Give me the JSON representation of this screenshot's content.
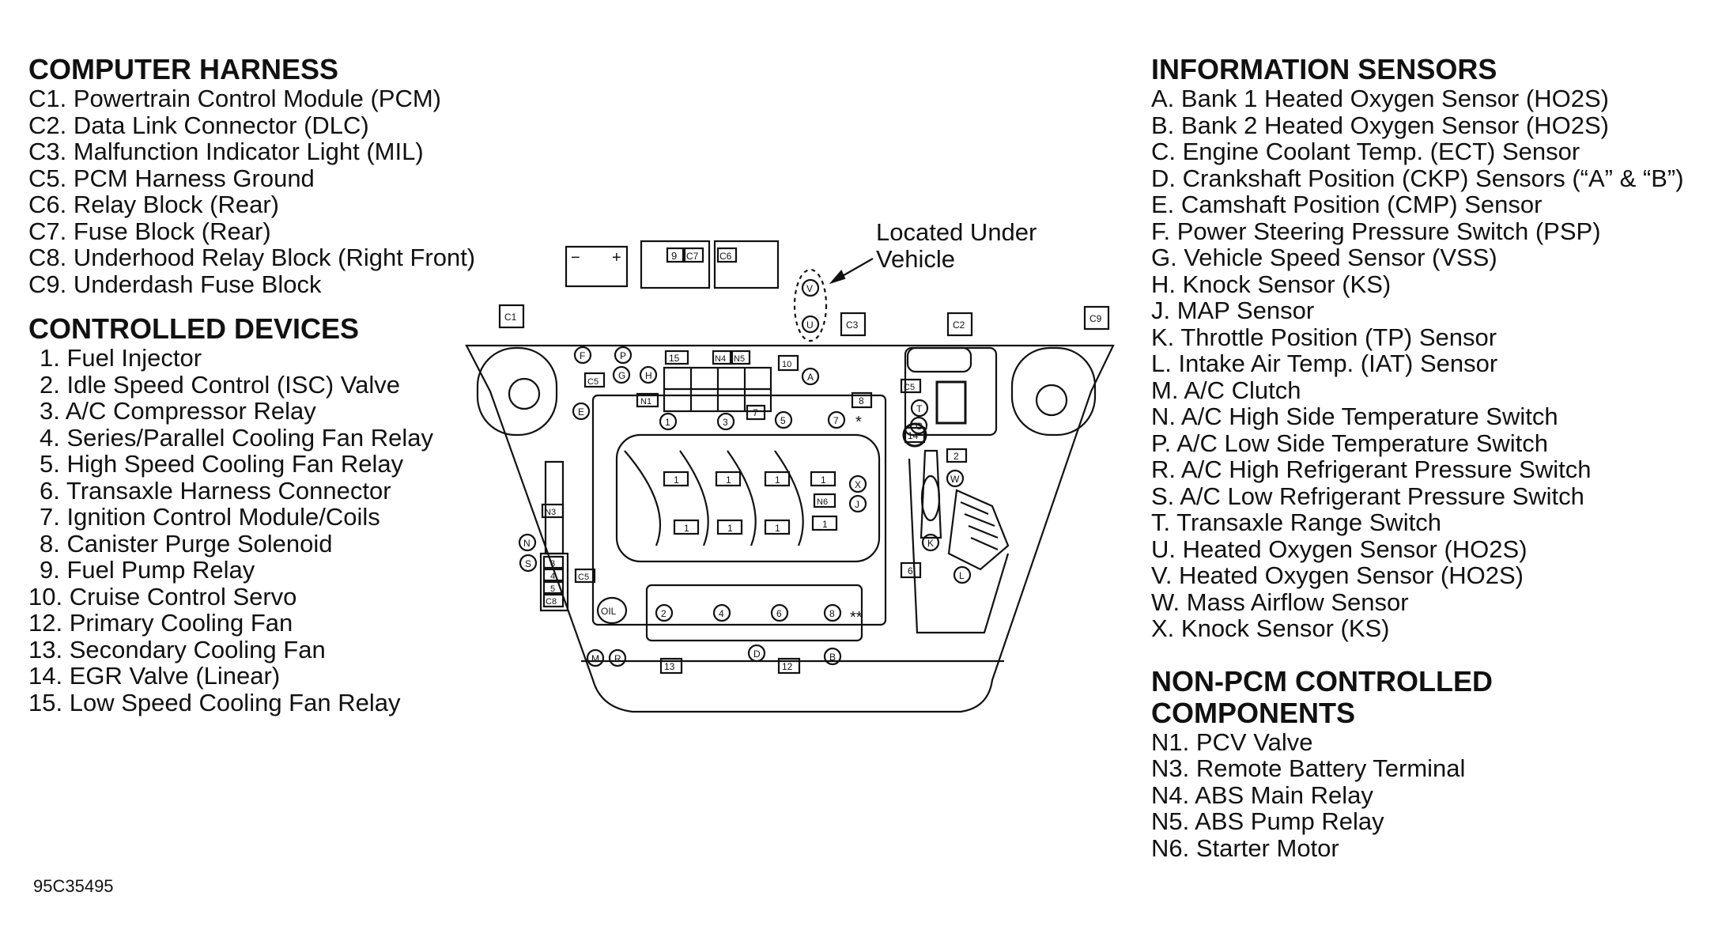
{
  "computer_harness": {
    "heading": "COMPUTER HARNESS",
    "items": [
      "C1. Powertrain Control Module (PCM)",
      "C2. Data Link Connector (DLC)",
      "C3. Malfunction Indicator Light (MIL)",
      "C5. PCM Harness Ground",
      "C6. Relay Block (Rear)",
      "C7. Fuse Block (Rear)",
      "C8. Underhood Relay Block (Right Front)",
      "C9. Underdash Fuse Block"
    ]
  },
  "controlled_devices": {
    "heading": "CONTROLLED DEVICES",
    "items": [
      "1. Fuel Injector",
      "2. Idle Speed Control (ISC) Valve",
      "3. A/C Compressor Relay",
      "4. Series/Parallel Cooling Fan Relay",
      "5. High Speed Cooling Fan Relay",
      "6. Transaxle Harness Connector",
      "7. Ignition Control Module/Coils",
      "8. Canister Purge Solenoid",
      "9. Fuel Pump Relay",
      "10. Cruise Control Servo",
      "12. Primary Cooling Fan",
      "13. Secondary Cooling Fan",
      "14. EGR Valve (Linear)",
      "15. Low Speed Cooling Fan Relay"
    ]
  },
  "information_sensors": {
    "heading": "INFORMATION SENSORS",
    "items": [
      "A. Bank 1 Heated Oxygen Sensor (HO2S)",
      "B. Bank 2 Heated Oxygen Sensor (HO2S)",
      "C. Engine Coolant Temp. (ECT) Sensor",
      "D. Crankshaft Position (CKP) Sensors (“A” & “B”)",
      "E. Camshaft Position (CMP) Sensor",
      "F. Power Steering Pressure Switch (PSP)",
      "G. Vehicle Speed Sensor (VSS)",
      "H. Knock Sensor (KS)",
      "J. MAP Sensor",
      "K. Throttle Position (TP) Sensor",
      "L. Intake Air Temp. (IAT) Sensor",
      "M. A/C Clutch",
      "N. A/C High Side Temperature Switch",
      "P. A/C Low Side Temperature Switch",
      "R. A/C High Refrigerant Pressure Switch",
      "S. A/C Low Refrigerant Pressure Switch",
      "T. Transaxle Range Switch",
      "U. Heated Oxygen Sensor (HO2S)",
      "V. Heated Oxygen Sensor (HO2S)",
      "W. Mass Airflow Sensor",
      "X. Knock Sensor (KS)"
    ]
  },
  "non_pcm": {
    "heading_line1": "NON-PCM CONTROLLED",
    "heading_line2": "COMPONENTS",
    "items": [
      "N1. PCV Valve",
      "N3. Remote Battery Terminal",
      "N4. ABS Main Relay",
      "N5. ABS Pump Relay",
      "N6. Starter Motor"
    ]
  },
  "diagram": {
    "located_under_line1": "Located Under",
    "located_under_line2": "Vehicle",
    "battery_minus": "−",
    "battery_plus": "+",
    "tag_c1": "C1",
    "tag_c3": "C3",
    "tag_c2": "C2",
    "tag_c9": "C9",
    "tag_c5a": "C5",
    "tag_c5b": "C5",
    "tag_c5c": "C5",
    "tag_c6": "C6",
    "tag_c7": "C7",
    "tag_c8": "C8",
    "tag_9": "9",
    "tag_15": "15",
    "tag_10": "10",
    "tag_8": "8",
    "tag_7": "7",
    "tag_14": "14",
    "tag_2box": "2",
    "tag_6box": "6",
    "tag_13": "13",
    "tag_12": "12",
    "tag_3": "3",
    "tag_4": "4",
    "tag_5box": "5",
    "tag_n1": "N1",
    "tag_n3": "N3",
    "tag_n4": "N4",
    "tag_n5": "N5",
    "tag_n6": "N6",
    "injector_1": "1",
    "oil": "OIL",
    "c_v": "V",
    "c_u": "U",
    "c_f": "F",
    "c_p": "P",
    "c_g": "G",
    "c_h": "H",
    "c_a": "A",
    "c_e": "E",
    "c_t": "T",
    "c_c": "C",
    "c_w": "W",
    "c_x": "X",
    "c_j": "J",
    "c_k": "K",
    "c_l": "L",
    "c_n": "N",
    "c_s": "S",
    "c_m": "M",
    "c_r": "R",
    "c_d": "D",
    "c_b": "B",
    "c_1": "1",
    "c_3": "3",
    "c_5": "5",
    "c_7": "7",
    "c_2": "2",
    "c_4": "4",
    "c_6": "6",
    "c_8": "8",
    "asterisk": "*",
    "double_asterisk": "**"
  },
  "figure_id": "95C35495"
}
